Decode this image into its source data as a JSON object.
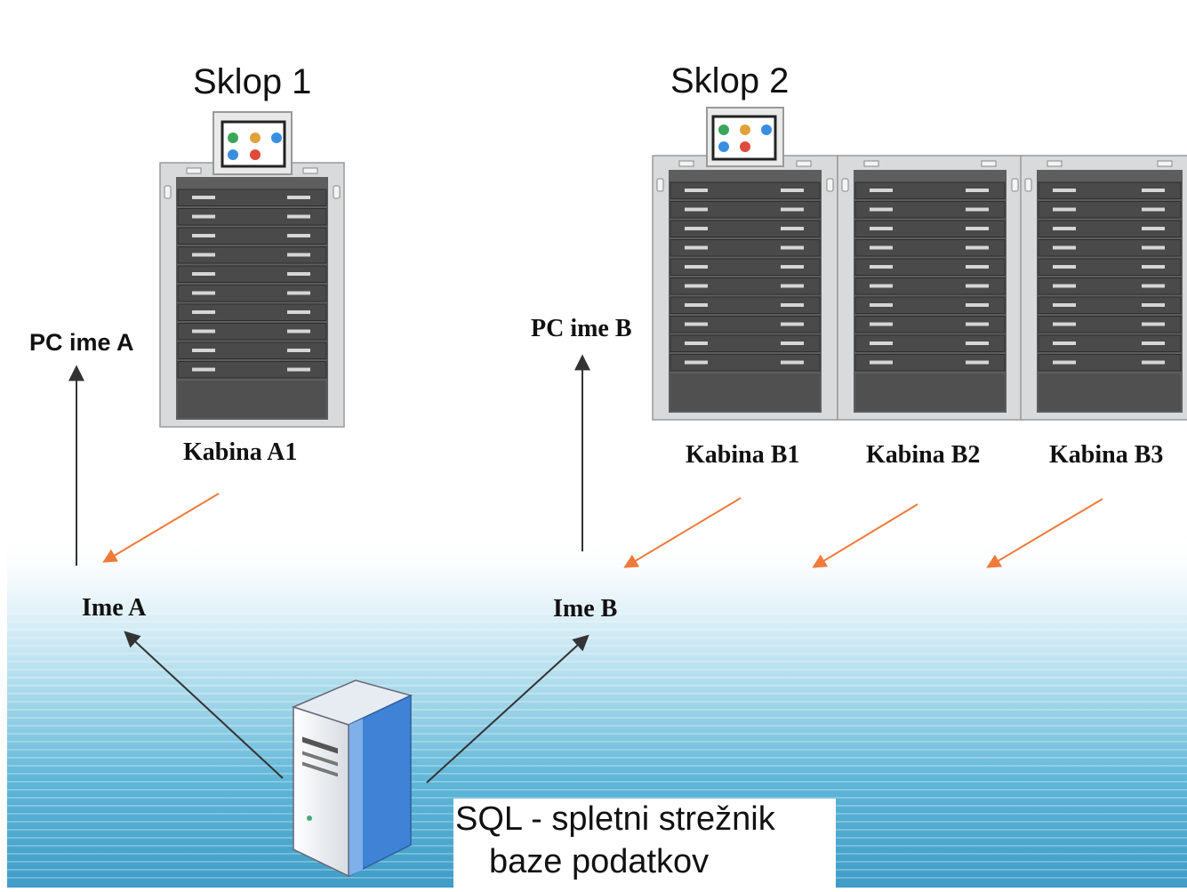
{
  "clusters": {
    "cluster_1_title": "Sklop 1",
    "cluster_2_title": "Sklop 2"
  },
  "pcs": {
    "pc_a": "PC ime A",
    "pc_b": "PC ime B"
  },
  "cabinets": {
    "a1": "Kabina A1",
    "b1": "Kabina B1",
    "b2": "Kabina B2",
    "b3": "Kabina B3"
  },
  "databases": {
    "ime_a": "Ime A",
    "ime_b": "Ime B"
  },
  "server": {
    "line1": "SQL - spletni strežnik",
    "line2": "baze podatkov"
  },
  "colors": {
    "cabinet_body": "#5e5e5e",
    "drawer_dark": "#4a4a4a",
    "cabinet_frame": "#d9dadb",
    "arrow_dark": "#3a3a3a",
    "arrow_orange": "#f07a3a",
    "server_blue": "#3f82d6",
    "water_blue": "#5ab4d6"
  },
  "icons": [
    "cabinet-touchscreen-icon",
    "database-server-icon"
  ]
}
